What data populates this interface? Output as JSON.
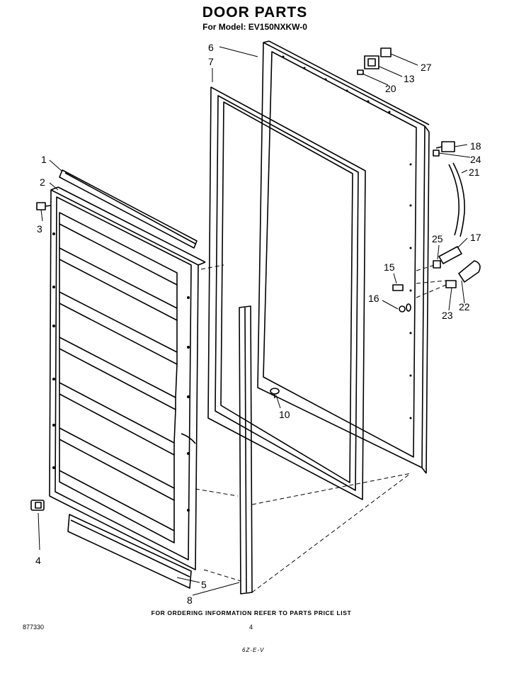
{
  "header": {
    "title": "DOOR PARTS",
    "model": "For Model: EV150NXKW-0"
  },
  "parts": [
    {
      "id": "p1",
      "label": "1"
    },
    {
      "id": "p2",
      "label": "2"
    },
    {
      "id": "p3",
      "label": "3"
    },
    {
      "id": "p4",
      "label": "4"
    },
    {
      "id": "p5",
      "label": "5"
    },
    {
      "id": "p6",
      "label": "6"
    },
    {
      "id": "p7",
      "label": "7"
    },
    {
      "id": "p8",
      "label": "8"
    },
    {
      "id": "p10",
      "label": "10"
    },
    {
      "id": "p13",
      "label": "13"
    },
    {
      "id": "p15",
      "label": "15"
    },
    {
      "id": "p16",
      "label": "16"
    },
    {
      "id": "p17",
      "label": "17"
    },
    {
      "id": "p18",
      "label": "18"
    },
    {
      "id": "p20",
      "label": "20"
    },
    {
      "id": "p21",
      "label": "21"
    },
    {
      "id": "p22",
      "label": "22"
    },
    {
      "id": "p23",
      "label": "23"
    },
    {
      "id": "p24",
      "label": "24"
    },
    {
      "id": "p25",
      "label": "25"
    },
    {
      "id": "p27",
      "label": "27"
    }
  ],
  "footer": {
    "note": "FOR ORDERING INFORMATION REFER TO PARTS PRICE LIST",
    "code": "877330",
    "page": "4",
    "bottom": "6Z-E-V"
  }
}
